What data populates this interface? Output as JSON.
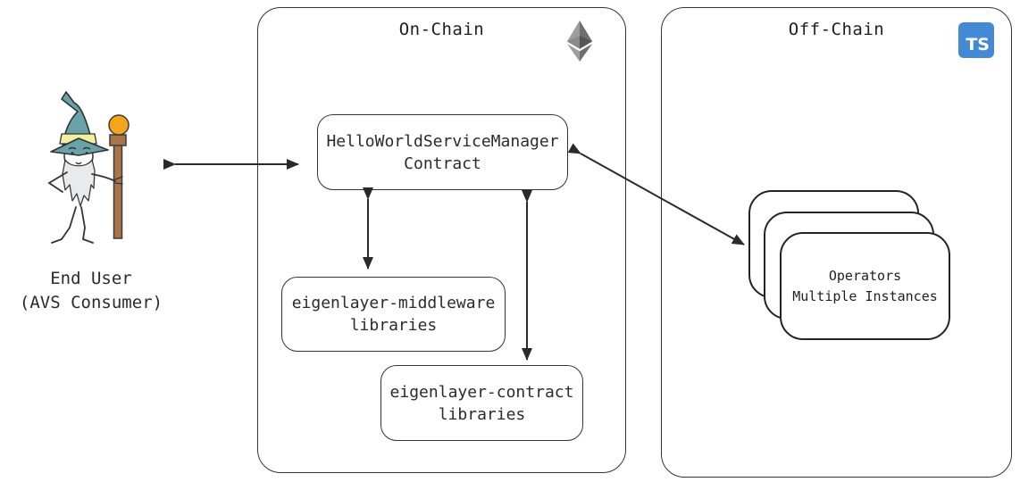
{
  "diagram": {
    "end_user": {
      "line1": "End User",
      "line2": "(AVS Consumer)"
    },
    "on_chain": {
      "title": "On-Chain",
      "service_manager": {
        "line1": "HelloWorldServiceManager",
        "line2": "Contract"
      },
      "middleware": {
        "line1": "eigenlayer-middleware",
        "line2": "libraries"
      },
      "contract_libraries": {
        "line1": "eigenlayer-contract",
        "line2": "libraries"
      }
    },
    "off_chain": {
      "title": "Off-Chain",
      "typescript_badge": "TS",
      "operators": {
        "line1": "Operators",
        "line2": "Multiple Instances"
      }
    },
    "colors": {
      "outline": "#343434",
      "typescript_blue": "#4489D3",
      "hat_teal": "#69A2A7",
      "hat_band_yellow": "#F2F0A0",
      "staff_brown": "#A9764C",
      "orb_orange": "#F5A51B",
      "ethereum_gray": "#8C8C8C",
      "background": "#FFFFFF"
    }
  }
}
